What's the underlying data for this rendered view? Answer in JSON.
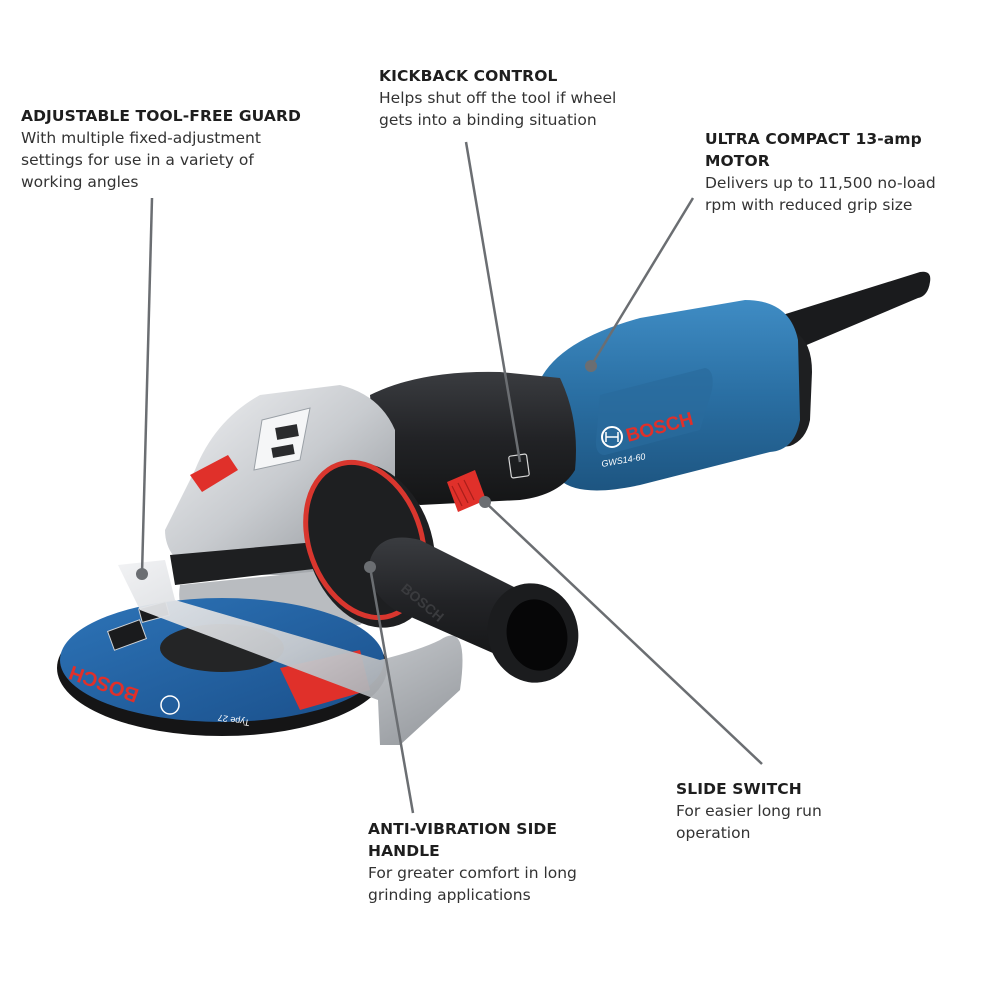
{
  "product": {
    "brand": "BOSCH",
    "model": "GWS14-60",
    "colors": {
      "housing_blue": "#2a6fa3",
      "accent_red": "#e0302a",
      "black": "#1c1d1f",
      "silver": "#c9ccd0",
      "leader_gray": "#6b6e72"
    },
    "disc_labels": {
      "brand": "BOSCH",
      "type": "Type 27"
    },
    "side_handle_brand": "BOSCH"
  },
  "callouts": [
    {
      "id": "guard",
      "title": "ADJUSTABLE TOOL-FREE GUARD",
      "lines": [
        "With multiple fixed-adjustment",
        "settings for use in a variety of",
        "working angles"
      ]
    },
    {
      "id": "kickback",
      "title": "KICKBACK CONTROL",
      "lines": [
        "Helps shut off the tool if wheel",
        "gets into a binding situation"
      ]
    },
    {
      "id": "motor",
      "title_lines": [
        "ULTRA COMPACT 13-amp",
        "MOTOR"
      ],
      "lines": [
        "Delivers up to 11,500 no-load",
        "rpm with reduced grip size"
      ]
    },
    {
      "id": "handle",
      "title_lines": [
        "ANTI-VIBRATION SIDE",
        "HANDLE"
      ],
      "lines": [
        "For greater comfort in long",
        "grinding applications"
      ]
    },
    {
      "id": "switch",
      "title": "SLIDE SWITCH",
      "lines": [
        "For easier long run",
        "operation"
      ]
    }
  ]
}
